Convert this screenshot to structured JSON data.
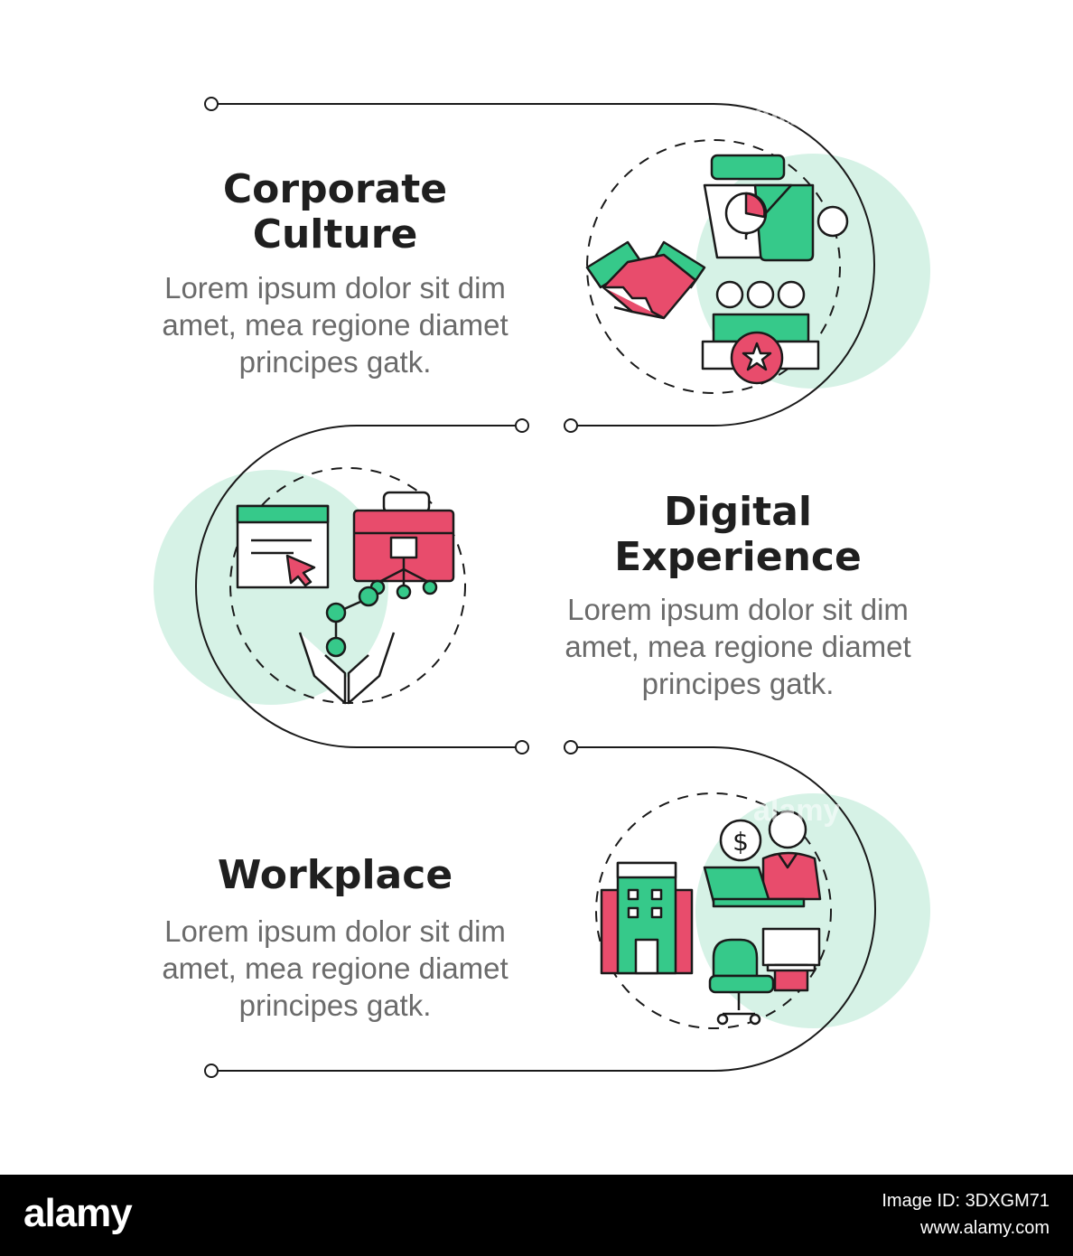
{
  "colors": {
    "mint": "#d6f2e6",
    "green": "#36c98a",
    "red": "#e84c6c",
    "outline": "#1a1a1a",
    "title": "#1f1f1f",
    "text": "#6b6b6b"
  },
  "steps": [
    {
      "title_line1": "Corporate",
      "title_line2": "Culture",
      "desc_line1": "Lorem ipsum dolor sit dim",
      "desc_line2": "amet, mea regione diamet",
      "desc_line3": "principes gatk.",
      "icons": [
        "coffee-cups-icon",
        "handshake-icon",
        "team-award-icon"
      ]
    },
    {
      "title_line1": "Digital",
      "title_line2": "Experience",
      "desc_line1": "Lorem ipsum dolor sit dim",
      "desc_line2": "amet, mea regione diamet",
      "desc_line3": "principes gatk.",
      "icons": [
        "browser-window-icon",
        "network-briefcase-icon",
        "hands-share-icon"
      ]
    },
    {
      "title": "Workplace",
      "desc_line1": "Lorem ipsum dolor sit dim",
      "desc_line2": "amet, mea regione diamet",
      "desc_line3": "principes gatk.",
      "icons": [
        "office-building-icon",
        "remote-worker-icon",
        "office-chair-desk-icon"
      ]
    }
  ],
  "icon_text": {
    "dollar": "$"
  },
  "watermark": "alamy",
  "footer": {
    "logo": "alamy",
    "image_id": "Image ID: 3DXGM71",
    "url": "www.alamy.com"
  }
}
